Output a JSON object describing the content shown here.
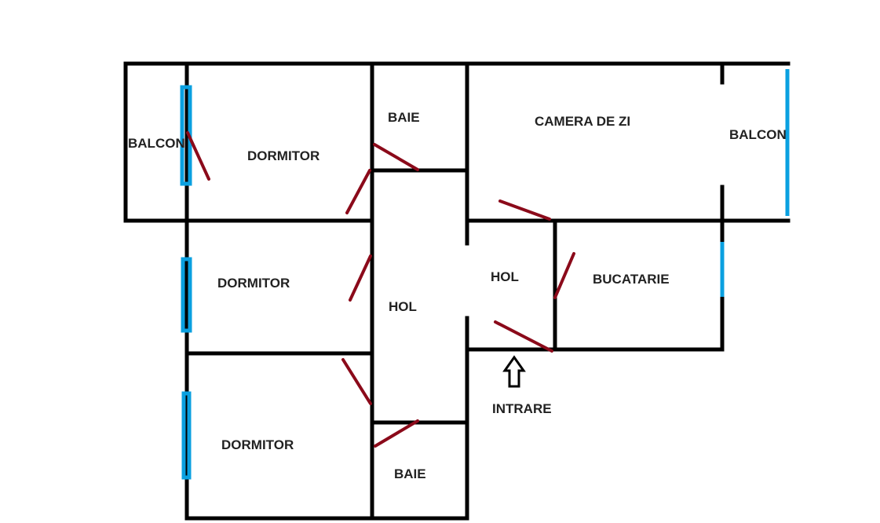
{
  "title": "Floor plan",
  "rooms": {
    "balcony_left": "BALCON",
    "bedroom_top": "DORMITOR",
    "bathroom_top": "BAIE",
    "living_room": "CAMERA DE ZI",
    "balcony_right": "BALCON",
    "bedroom_middle": "DORMITOR",
    "hall_main": "HOL",
    "hall_small": "HOL",
    "kitchen": "BUCATARIE",
    "bedroom_bottom": "DORMITOR",
    "bathroom_bottom": "BAIE"
  },
  "entrance": "INTRARE",
  "colors": {
    "wall": "#000000",
    "window": "#0aa0e0",
    "door": "#8b0a1a"
  }
}
